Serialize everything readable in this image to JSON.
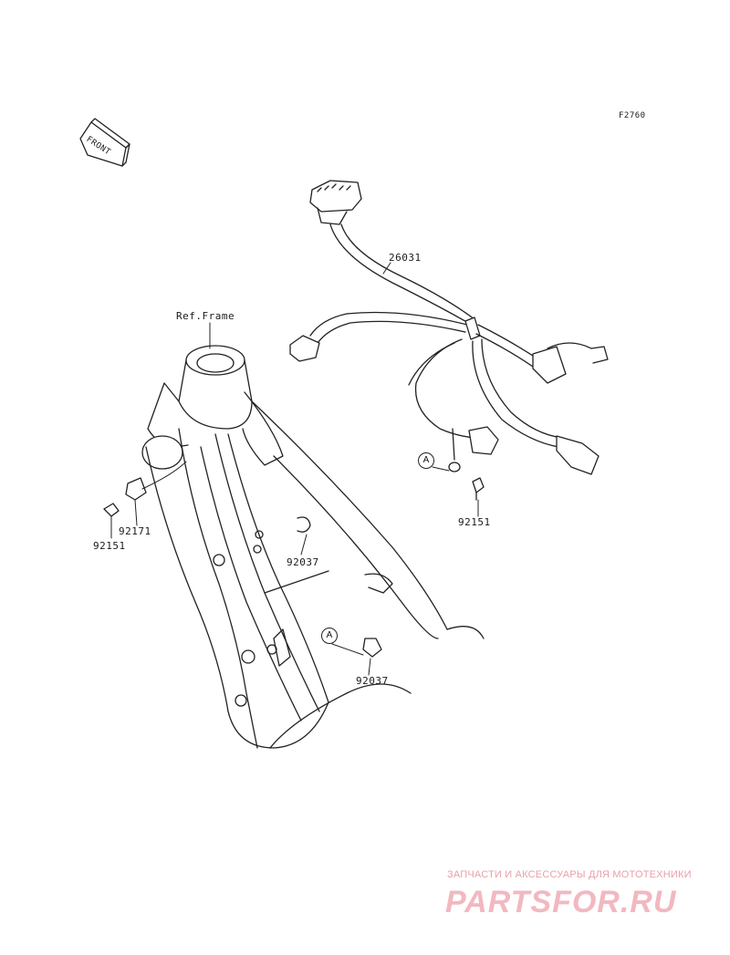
{
  "figure_code": "F2760",
  "front_label": "FRONT",
  "ref_label": "Ref.Frame",
  "callouts": {
    "harness": "26031",
    "clamp_left": "92171",
    "bolt_left": "92151",
    "bolt_right": "92151",
    "clamp_mid": "92037",
    "clamp_low": "92037"
  },
  "marker_letter": "A",
  "watermark": {
    "tagline": "ЗАПЧАСТИ И АКСЕССУАРЫ ДЛЯ МОТОТЕХНИКИ",
    "logo": "PARTSFOR.RU"
  },
  "colors": {
    "line": "#222222",
    "watermark": "#f2b8c0"
  }
}
